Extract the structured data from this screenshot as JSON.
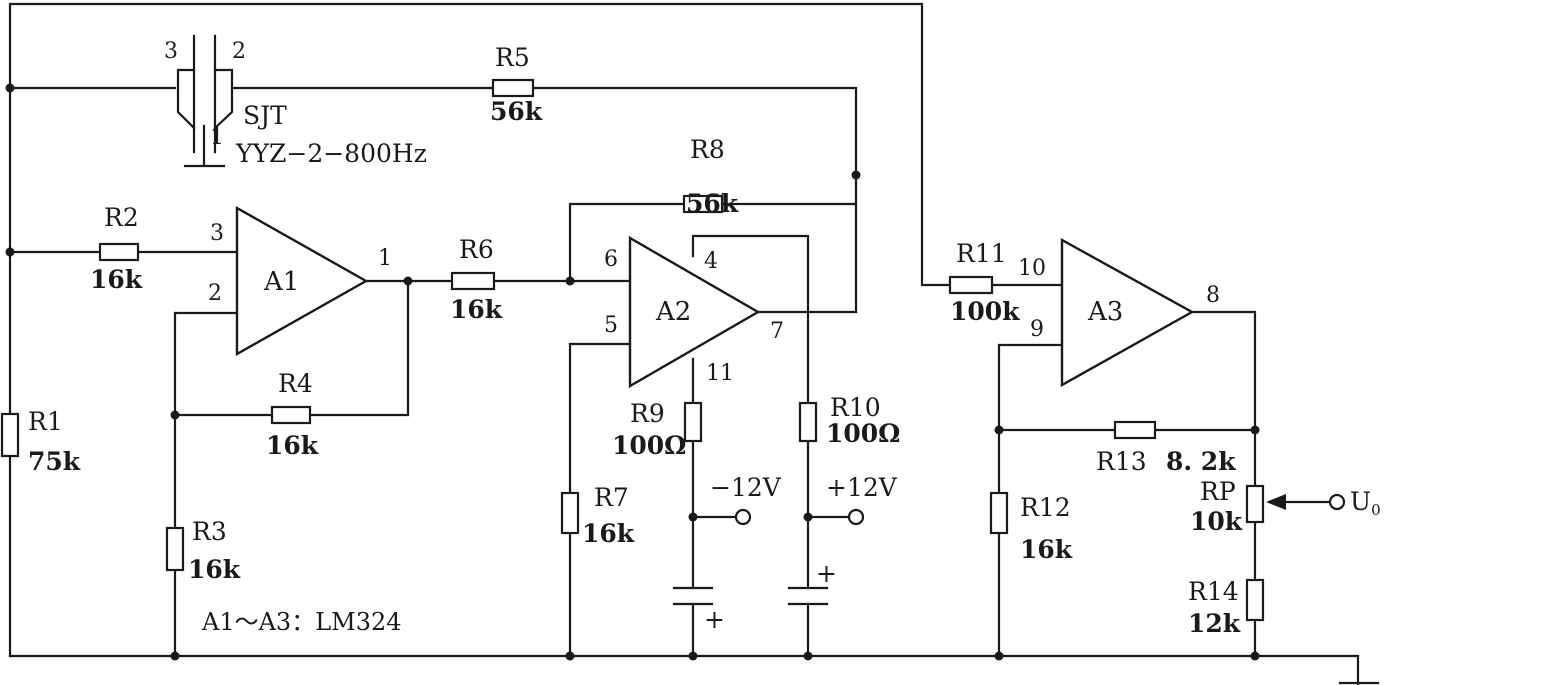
{
  "sensor": {
    "pin_3": "3",
    "pin_2": "2",
    "pin_1": "1",
    "name": "SJT",
    "model": "YYZ−2−800Hz"
  },
  "amplifiers": {
    "a1": {
      "label": "A1",
      "pin_in_plus": "3",
      "pin_in_minus": "2",
      "pin_out": "1"
    },
    "a2": {
      "label": "A2",
      "pin_in_a": "6",
      "pin_in_b": "5",
      "pin_out": "7",
      "pin_v_plus": "4",
      "pin_v_minus": "11"
    },
    "a3": {
      "label": "A3",
      "pin_in_a": "10",
      "pin_in_b": "9",
      "pin_out": "8"
    }
  },
  "resistors": {
    "r1": {
      "label": "R1",
      "value": "75k"
    },
    "r2": {
      "label": "R2",
      "value": "16k"
    },
    "r3": {
      "label": "R3",
      "value": "16k"
    },
    "r4": {
      "label": "R4",
      "value": "16k"
    },
    "r5": {
      "label": "R5",
      "value": "56k"
    },
    "r6": {
      "label": "R6",
      "value": "16k"
    },
    "r7": {
      "label": "R7",
      "value": "16k"
    },
    "r8": {
      "label": "R8",
      "value": "56k"
    },
    "r9": {
      "label": "R9",
      "value": "100Ω"
    },
    "r10": {
      "label": "R10",
      "value": "100Ω"
    },
    "r11": {
      "label": "R11",
      "value": "100k"
    },
    "r12": {
      "label": "R12",
      "value": "16k"
    },
    "r13": {
      "label": "R13",
      "value": "8. 2k"
    },
    "r14": {
      "label": "R14",
      "value": "12k"
    },
    "rp": {
      "label": "RP",
      "value": "10k"
    }
  },
  "supplies": {
    "negative": "−12V",
    "positive": "+12V"
  },
  "capacitors": {
    "c1_polarity": "+",
    "c2_polarity": "+"
  },
  "output": {
    "label_main": "U",
    "label_sub": "0"
  },
  "note": "A1～A3：LM324"
}
